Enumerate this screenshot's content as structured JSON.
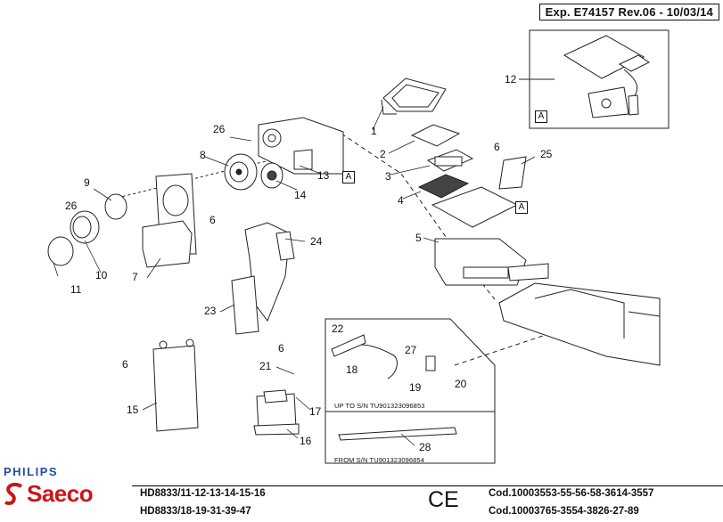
{
  "header": {
    "doc_ref": "Exp. E74157 Rev.06 - 10/03/14"
  },
  "part_labels": [
    "1",
    "2",
    "3",
    "4",
    "5",
    "6",
    "6",
    "6",
    "6",
    "7",
    "8",
    "9",
    "10",
    "11",
    "12",
    "13",
    "14",
    "15",
    "16",
    "17",
    "18",
    "19",
    "20",
    "21",
    "22",
    "23",
    "24",
    "25",
    "26",
    "26",
    "27",
    "28"
  ],
  "ref_box_label": "A",
  "notes": {
    "up_to_sn": "UP TO S/N TU901323096853",
    "from_sn": "FROM S/N TU901323096854"
  },
  "footer": {
    "brand_top": "PHILIPS",
    "brand_main": "Saeco",
    "models_line1": "HD8833/11-12-13-14-15-16",
    "models_line2": "HD8833/18-19-31-39-47",
    "ce_mark": "CE",
    "codes_line1": "Cod.10003553-55-56-58-3614-3557",
    "codes_line2": "Cod.10003765-3554-3826-27-89"
  },
  "icons": [
    "philips-saeco-logo-icon",
    "ce-mark-icon"
  ]
}
